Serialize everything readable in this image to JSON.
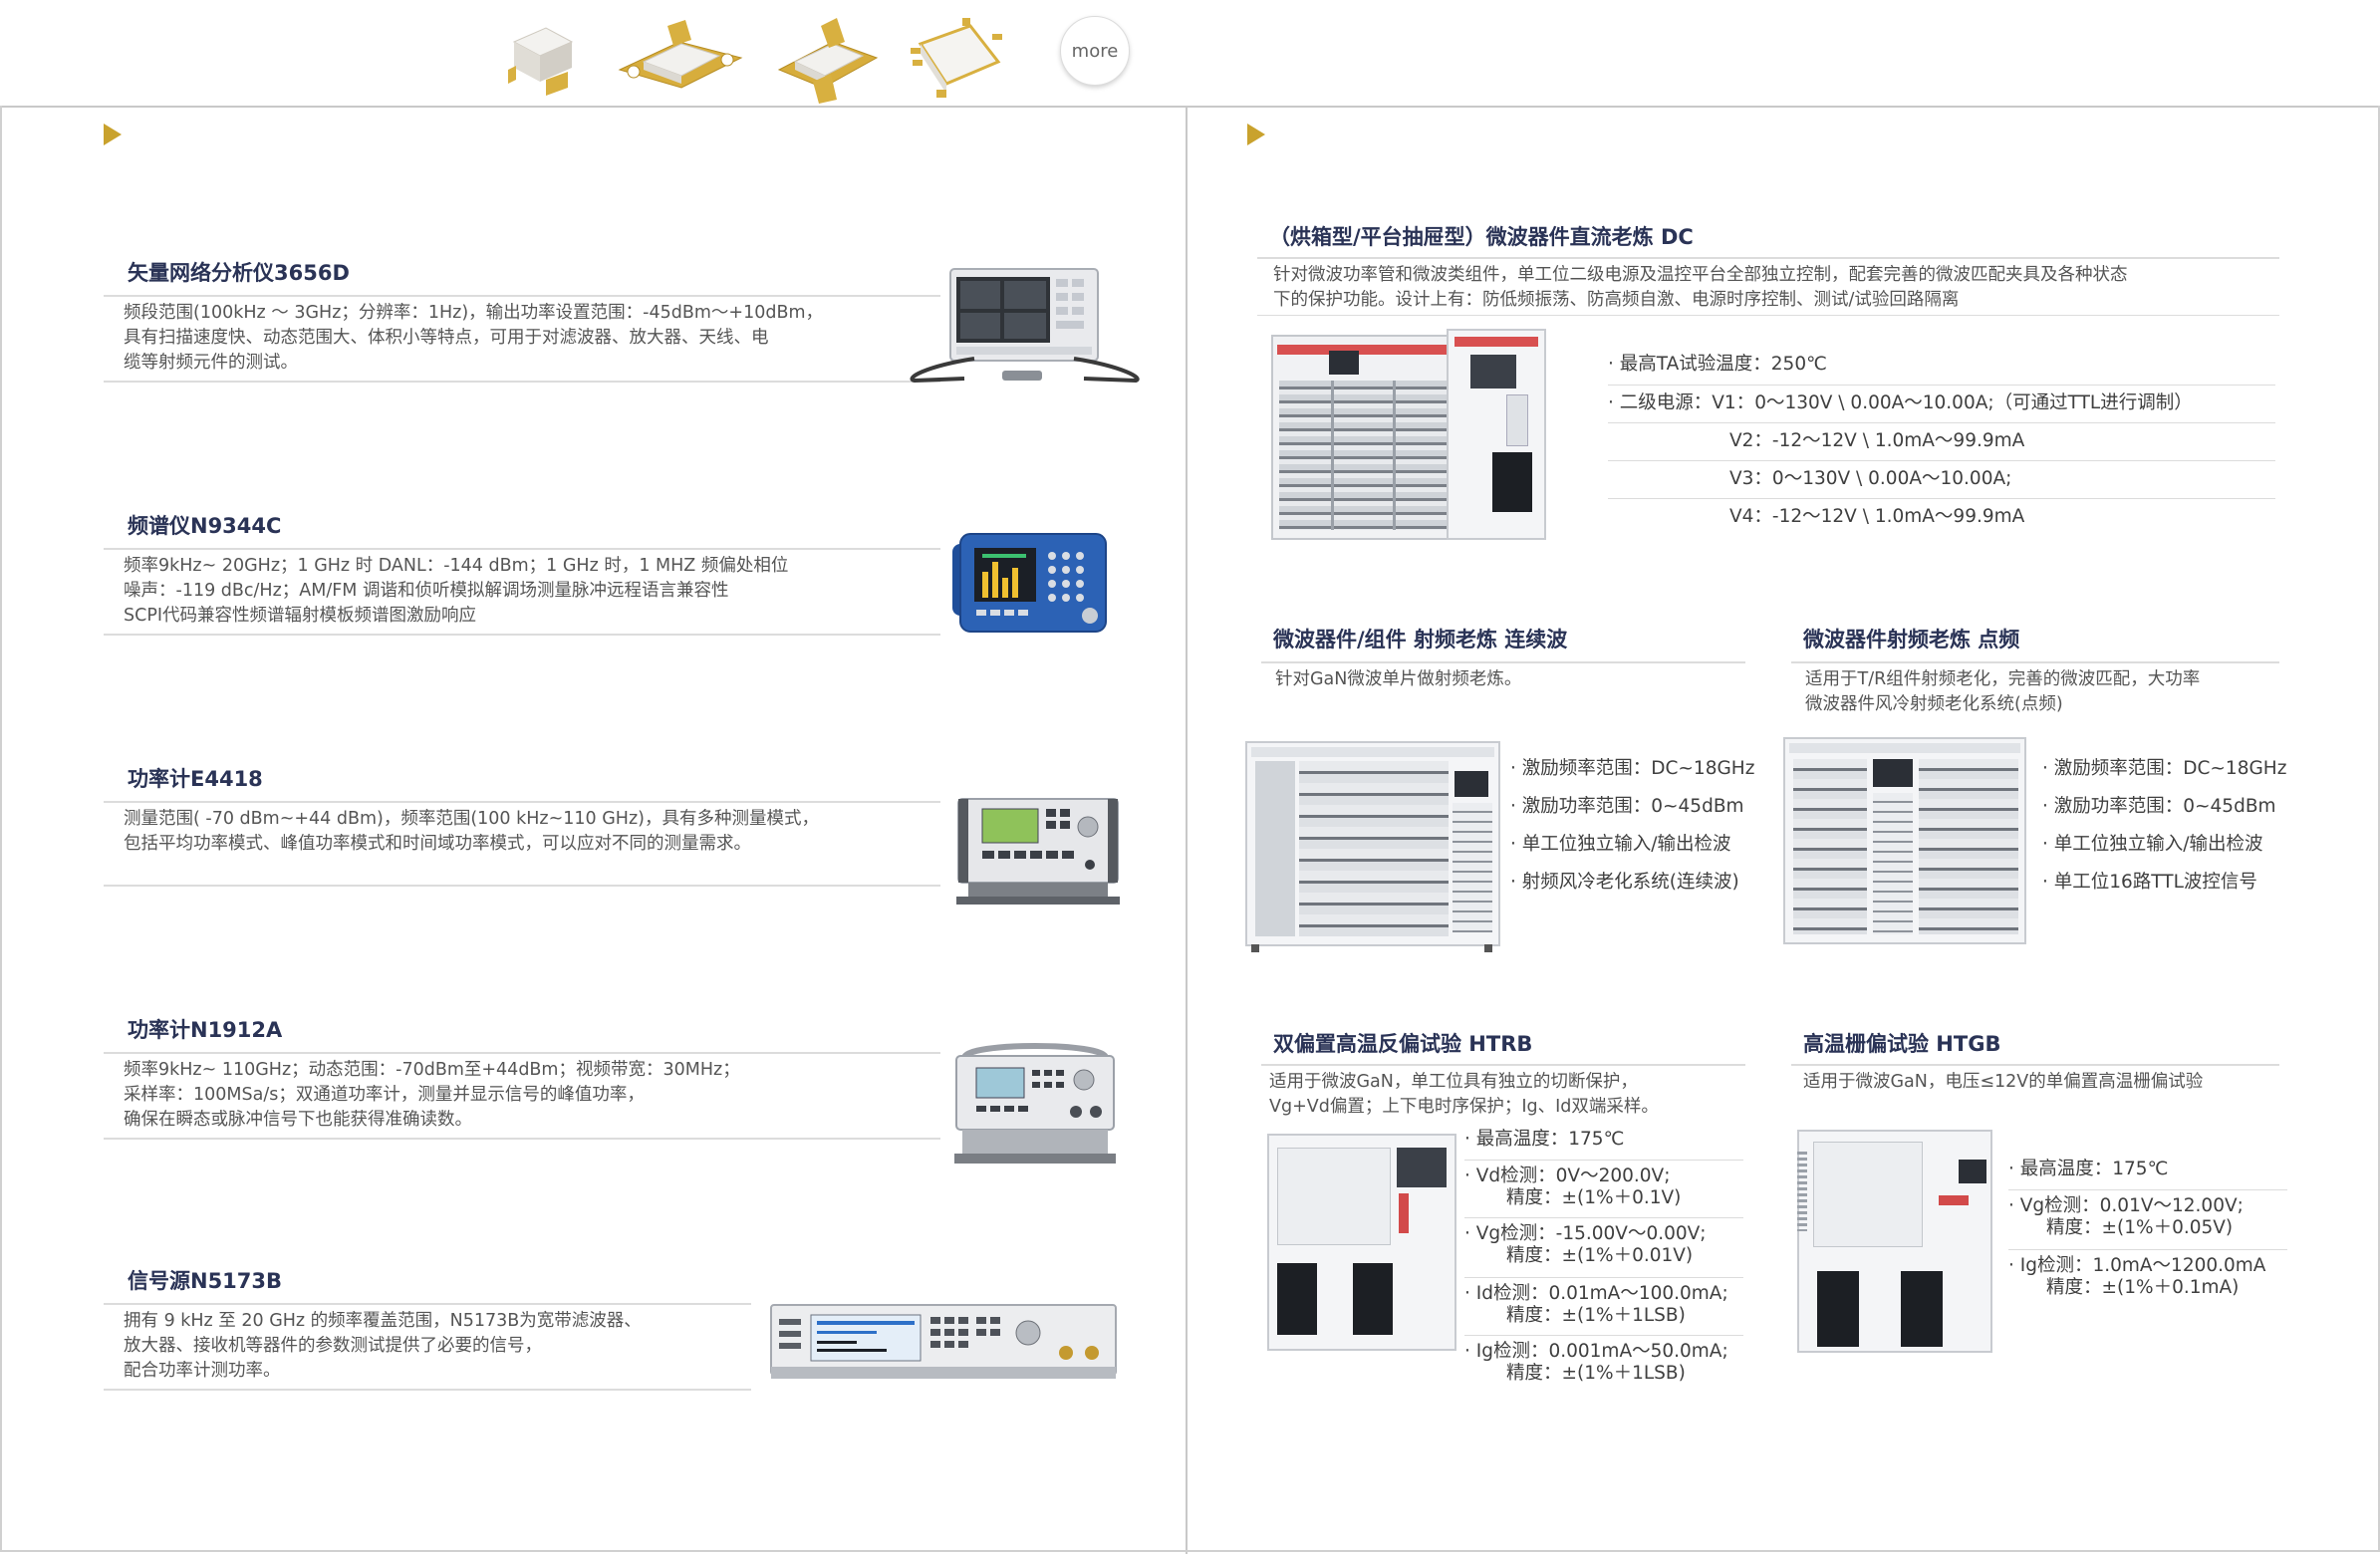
{
  "top": {
    "more_label": "more"
  },
  "left": {
    "instruments": [
      {
        "title": "矢量网络分析仪3656D",
        "lines": [
          "频段范围(100kHz ～ 3GHz；分辨率：1Hz)，输出功率设置范围：-45dBm～+10dBm，",
          "具有扫描速度快、动态范围大、体积小等特点，可用于对滤波器、放大器、天线、电",
          "缆等射频元件的测试。"
        ]
      },
      {
        "title": "频谱仪N9344C",
        "lines": [
          "频率9kHz~ 20GHz；1 GHz 时 DANL：-144 dBm；1 GHz 时，1 MHZ 频偏处相位",
          "噪声：-119 dBc/Hz；AM/FM 调谐和侦听模拟解调场测量脉冲远程语言兼容性",
          "SCPI代码兼容性频谱辐射模板频谱图激励响应"
        ]
      },
      {
        "title": "功率计E4418",
        "lines": [
          "测量范围( -70 dBm~+44 dBm)，频率范围(100 kHz~110 GHz)，具有多种测量模式，",
          "包括平均功率模式、峰值功率模式和时间域功率模式，可以应对不同的测量需求。"
        ]
      },
      {
        "title": "功率计N1912A",
        "lines": [
          "频率9kHz~ 110GHz；动态范围：-70dBm至+44dBm；视频带宽：30MHz；",
          "采样率：100MSa/s；双通道功率计，测量并显示信号的峰值功率，",
          "确保在瞬态或脉冲信号下也能获得准确读数。"
        ]
      },
      {
        "title": "信号源N5173B",
        "lines": [
          "拥有 9 kHz 至 20 GHz 的频率覆盖范围，N5173B为宽带滤波器、",
          "放大器、接收机等器件的参数测试提供了必要的信号，",
          "配合功率计测功率。"
        ]
      }
    ]
  },
  "right": {
    "dc": {
      "title": "（烘箱型/平台抽屉型）微波器件直流老炼 DC",
      "lines": [
        "针对微波功率管和微波类组件，单工位二级电源及温控平台全部独立控制，配套完善的微波匹配夹具及各种状态",
        "下的保护功能。设计上有：防低频振荡、防高频自激、电源时序控制、测试/试验回路隔离"
      ],
      "bullets": [
        "· 最高TA试验温度：250℃",
        "· 二级电源：V1：0～130V \\ 0.00A～10.00A;（可通过TTL进行调制）",
        "V2：-12～12V \\ 1.0mA～99.9mA",
        "V3：0～130V \\ 0.00A～10.00A;",
        "V4：-12～12V \\ 1.0mA～99.9mA"
      ]
    },
    "cw": {
      "title": "微波器件/组件 射频老炼 连续波",
      "lines": [
        "针对GaN微波单片做射频老炼。"
      ],
      "bullets": [
        "· 激励频率范围：DC~18GHz",
        "· 激励功率范围：0~45dBm",
        "· 单工位独立输入/输出检波",
        "· 射频风冷老化系统(连续波)"
      ]
    },
    "pulse": {
      "title": "微波器件射频老炼 点频",
      "lines": [
        "适用于T/R组件射频老化，完善的微波匹配，大功率",
        "微波器件风冷射频老化系统(点频)"
      ],
      "bullets": [
        "· 激励频率范围：DC~18GHz",
        "· 激励功率范围：0~45dBm",
        "· 单工位独立输入/输出检波",
        "· 单工位16路TTL波控信号"
      ]
    },
    "htrb": {
      "title": "双偏置高温反偏试验 HTRB",
      "lines": [
        "适用于微波GaN，单工位具有独立的切断保护，",
        "Vg+Vd偏置；上下电时序保护；Ig、Id双端采样。"
      ],
      "bullets": [
        {
          "main": "· 最高温度：175℃",
          "sub": ""
        },
        {
          "main": "· Vd检测：0V～200.0V;",
          "sub": "精度：±(1%＋0.1V)"
        },
        {
          "main": "· Vg检测：-15.00V～0.00V;",
          "sub": "精度：±(1%＋0.01V)"
        },
        {
          "main": "· Id检测：0.01mA～100.0mA;",
          "sub": "精度：±(1%＋1LSB)"
        },
        {
          "main": "· Ig检测：0.001mA～50.0mA;",
          "sub": "精度：±(1%＋1LSB)"
        }
      ]
    },
    "htgb": {
      "title": "高温栅偏试验 HTGB",
      "lines": [
        "适用于微波GaN，电压≤12V的单偏置高温栅偏试验"
      ],
      "bullets": [
        {
          "main": "· 最高温度：175℃",
          "sub": ""
        },
        {
          "main": "· Vg检测：0.01V～12.00V;",
          "sub": "精度：±(1%＋0.05V)"
        },
        {
          "main": "· Ig检测：1.0mA～1200.0mA",
          "sub": "精度：±(1%＋0.1mA)"
        }
      ]
    }
  }
}
